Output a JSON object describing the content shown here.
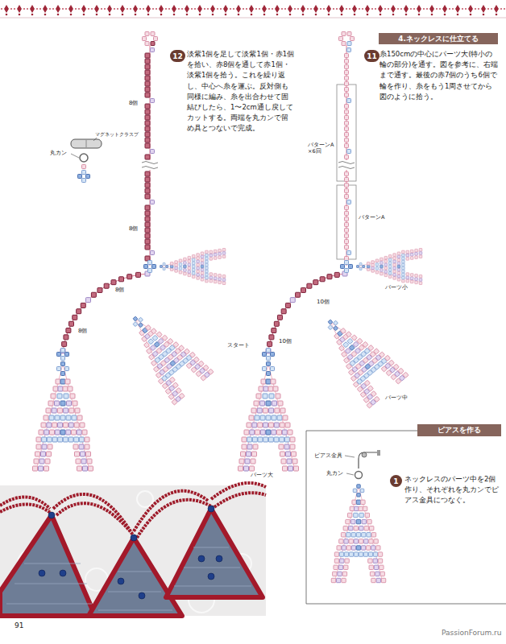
{
  "diagram": {
    "nodes": [
      {
        "text": [
          "4.ネックレスに仕立てる"
        ]
      },
      {
        "text": [
          "12"
        ]
      },
      {
        "text": [
          "11"
        ]
      },
      {
        "text": [
          "ピアスを作る"
        ]
      },
      {
        "text": [
          "1"
        ]
      }
    ],
    "labels": [
      "淡紫1個を足して淡紫1個・赤1個を拾い、赤8個を通して赤1個・淡紫1個を拾う。これを繰り返し、中心へ糸を運ぶ。反対側も同様に編み、糸を出合わせて固結びしたら、1〜2cm通し戻してカットする。両端を丸カンで留め具とつないで完成。",
      "8個",
      "マグネットクラスプ",
      "丸カン",
      "8個",
      "8個",
      "8個",
      "糸150cmの中心にパーツ大(特小の輪の部分)を通す。図を参考に、右端まで通す。最後の赤7個のうち6個で輪を作り、糸をもう1周させてから図のように拾う。",
      "パターンA ×6回",
      "パターンA",
      "パーツ小",
      "10個",
      "スタート",
      "10個",
      "パーツ中",
      "パーツ大",
      "ピアス金具",
      "丸カン",
      "ネックレスのパーツ中を2個作り、それぞれを丸カンでピアス金具につなぐ。",
      "91",
      "PassionForum.ru"
    ]
  }
}
